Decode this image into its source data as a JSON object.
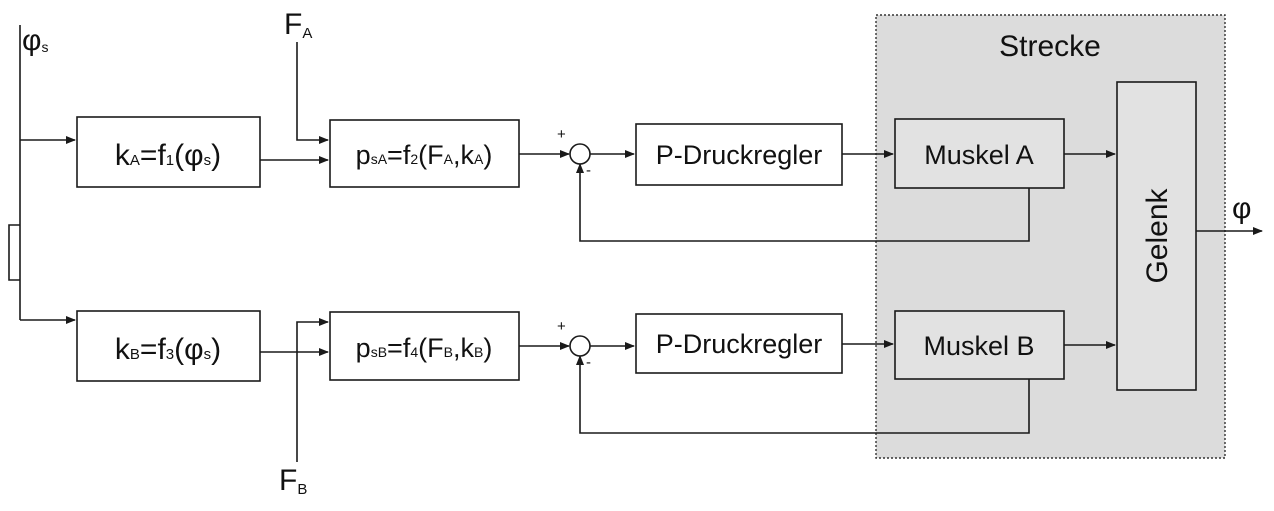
{
  "plant": {
    "label": "Strecke"
  },
  "inputs": {
    "phi_s": {
      "main": "φ",
      "sub": "s"
    },
    "F_A": {
      "main": "F",
      "sub": "A"
    },
    "F_B": {
      "main": "F",
      "sub": "B"
    }
  },
  "output": {
    "label": "φ"
  },
  "blocks": {
    "kA": {
      "p1": "k",
      "p2": "A",
      "p3": "=f",
      "p4": "1",
      "p5": "(φ",
      "p6": "s",
      "p7": ")"
    },
    "kB": {
      "p1": "k",
      "p2": "B",
      "p3": "=f",
      "p4": "3",
      "p5": "(φ",
      "p6": "s",
      "p7": ")"
    },
    "psA": {
      "p1": "p",
      "p2": "sA",
      "p3": "=f",
      "p4": "2",
      "p5": "(F",
      "p6": "A",
      "p7": ",k",
      "p8": "A",
      "p9": ")"
    },
    "psB": {
      "p1": "p",
      "p2": "sB",
      "p3": "=f",
      "p4": "4",
      "p5": "(F",
      "p6": "B",
      "p7": ",k",
      "p8": "B",
      "p9": ")"
    },
    "ctrlA": {
      "label": "P-Druckregler"
    },
    "ctrlB": {
      "label": "P-Druckregler"
    },
    "muscleA": {
      "label": "Muskel A"
    },
    "muscleB": {
      "label": "Muskel B"
    },
    "joint": {
      "label": "Gelenk"
    }
  },
  "signs": {
    "plus": "+",
    "minus": "-"
  }
}
